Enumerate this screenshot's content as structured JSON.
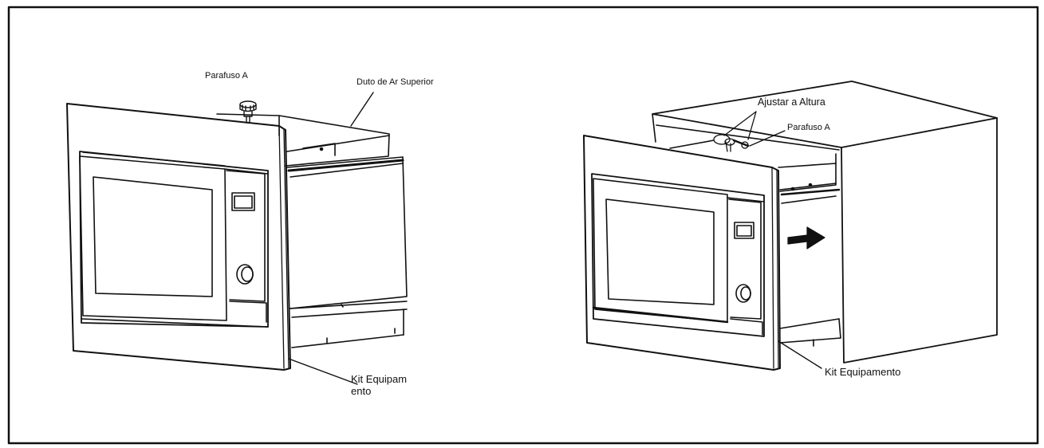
{
  "figure": {
    "left": {
      "screw_label": "Parafuso A",
      "duct_label": "Duto de Ar Superior",
      "kit_label_line1": "Kit Equipam",
      "kit_label_line2": "ento"
    },
    "right": {
      "height_label": "Ajustar a Altura",
      "screw_label": "Parafuso A",
      "kit_label": "Kit Equipamento"
    }
  }
}
